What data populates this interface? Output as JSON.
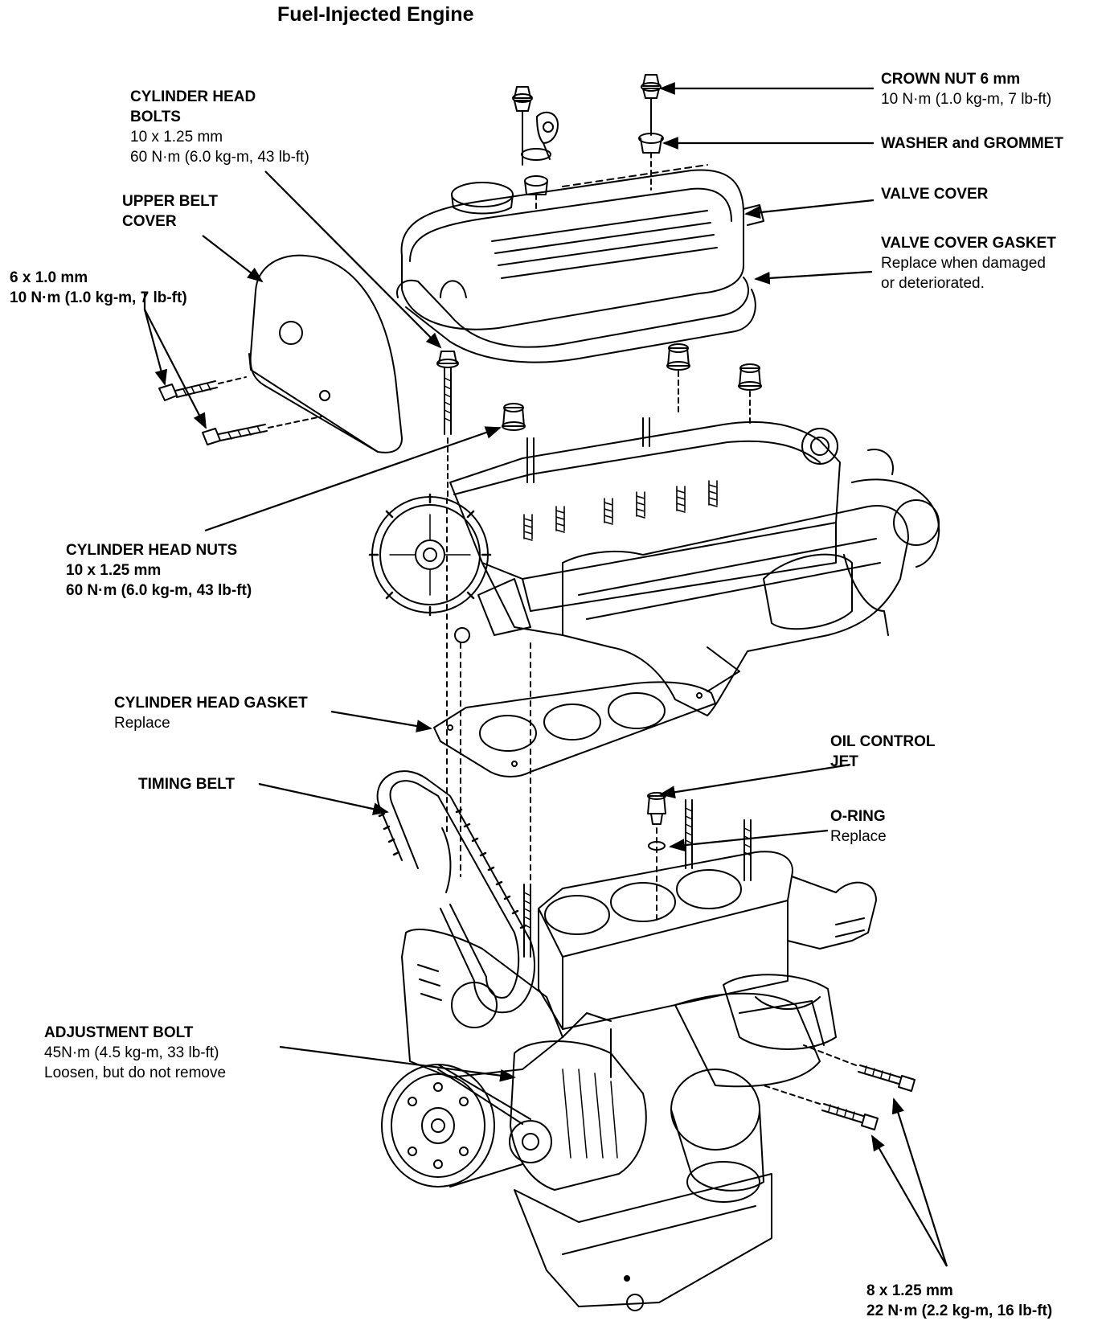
{
  "title": "Fuel-Injected Engine",
  "callouts": {
    "crown_nut": {
      "heading": "CROWN NUT 6 mm",
      "spec": "10 N·m (1.0 kg-m, 7 lb-ft)"
    },
    "washer_grommet": {
      "heading": "WASHER and GROMMET"
    },
    "valve_cover": {
      "heading": "VALVE COVER"
    },
    "valve_cover_gasket": {
      "heading": "VALVE COVER GASKET",
      "note1": "Replace when damaged",
      "note2": "or deteriorated."
    },
    "cyl_head_bolts": {
      "heading1": "CYLINDER HEAD",
      "heading2": "BOLTS",
      "size": "10 x 1.25 mm",
      "spec": "60 N·m (6.0 kg-m, 43 lb-ft)"
    },
    "upper_belt_cover": {
      "heading1": "UPPER BELT",
      "heading2": "COVER"
    },
    "cover_bolts": {
      "size": "6 x 1.0 mm",
      "spec": "10 N·m (1.0 kg-m, 7 lb-ft)"
    },
    "cyl_head_nuts": {
      "heading": "CYLINDER HEAD NUTS",
      "size": "10 x 1.25 mm",
      "spec": "60 N·m (6.0 kg-m, 43 lb-ft)"
    },
    "cyl_head_gasket": {
      "heading": "CYLINDER HEAD GASKET",
      "note": "Replace"
    },
    "oil_control_jet": {
      "heading1": "OIL CONTROL",
      "heading2": "JET"
    },
    "o_ring": {
      "heading": "O-RING",
      "note": "Replace"
    },
    "timing_belt": {
      "heading": "TIMING BELT"
    },
    "adjustment_bolt": {
      "heading": "ADJUSTMENT BOLT",
      "spec": "45N·m (4.5 kg-m, 33 lb-ft)",
      "note": "Loosen, but do not remove"
    },
    "mount_bolts": {
      "size": "8 x 1.25 mm",
      "spec": "22 N·m (2.2 kg-m, 16 lb-ft)"
    }
  }
}
